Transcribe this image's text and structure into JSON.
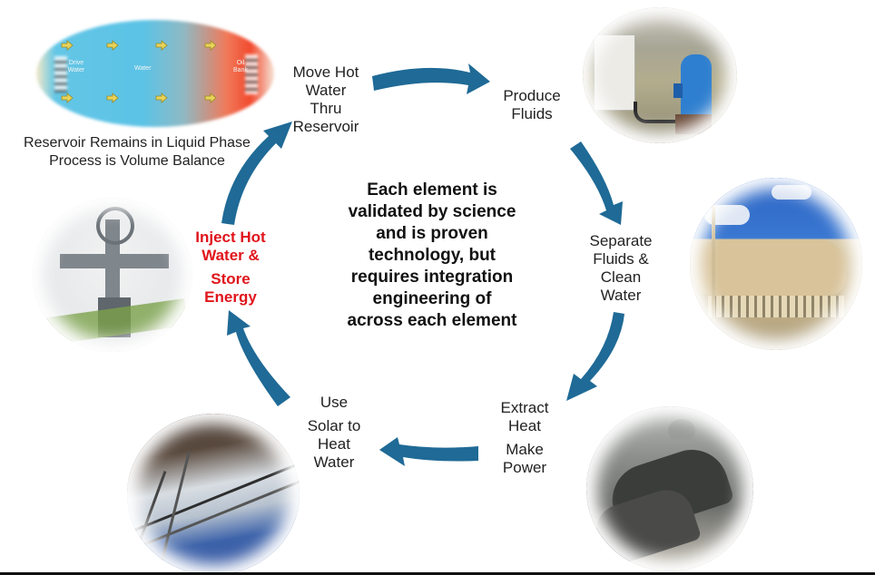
{
  "diagram": {
    "type": "cycle",
    "accent_color": "#1f6a96",
    "highlight_color": "#e0141b",
    "center_text": [
      "Each element is",
      "validated by science",
      "and is proven",
      "technology, but",
      "requires integration",
      "engineering of",
      "across each element"
    ],
    "reservoir_note": [
      "Reservoir Remains in Liquid Phase",
      "Process is Volume Balance"
    ],
    "reservoir_image_labels": {
      "left": "Drive Water",
      "middle": "Water",
      "right": "Oil Bank"
    },
    "steps": [
      {
        "id": "inject",
        "lines": [
          "Inject Hot",
          "Water &",
          "Store",
          "Energy"
        ],
        "highlighted": true,
        "image": "wellhead-photo"
      },
      {
        "id": "move",
        "lines": [
          "Move Hot",
          "Water",
          "Thru",
          "Reservoir"
        ],
        "highlighted": false,
        "image": "reservoir-diagram"
      },
      {
        "id": "produce",
        "lines": [
          "Produce",
          "Fluids"
        ],
        "highlighted": false,
        "image": "pump-photo"
      },
      {
        "id": "separate",
        "lines": [
          "Separate",
          "Fluids &",
          "Clean",
          "Water"
        ],
        "highlighted": false,
        "image": "separator-tank-photo"
      },
      {
        "id": "extract",
        "lines": [
          "Extract",
          "Heat",
          "Make",
          "Power"
        ],
        "highlighted": false,
        "image": "turbine-generator-photo"
      },
      {
        "id": "solar",
        "lines": [
          "Use",
          "Solar to",
          "Heat",
          "Water"
        ],
        "highlighted": false,
        "image": "solar-collector-photo"
      }
    ]
  }
}
